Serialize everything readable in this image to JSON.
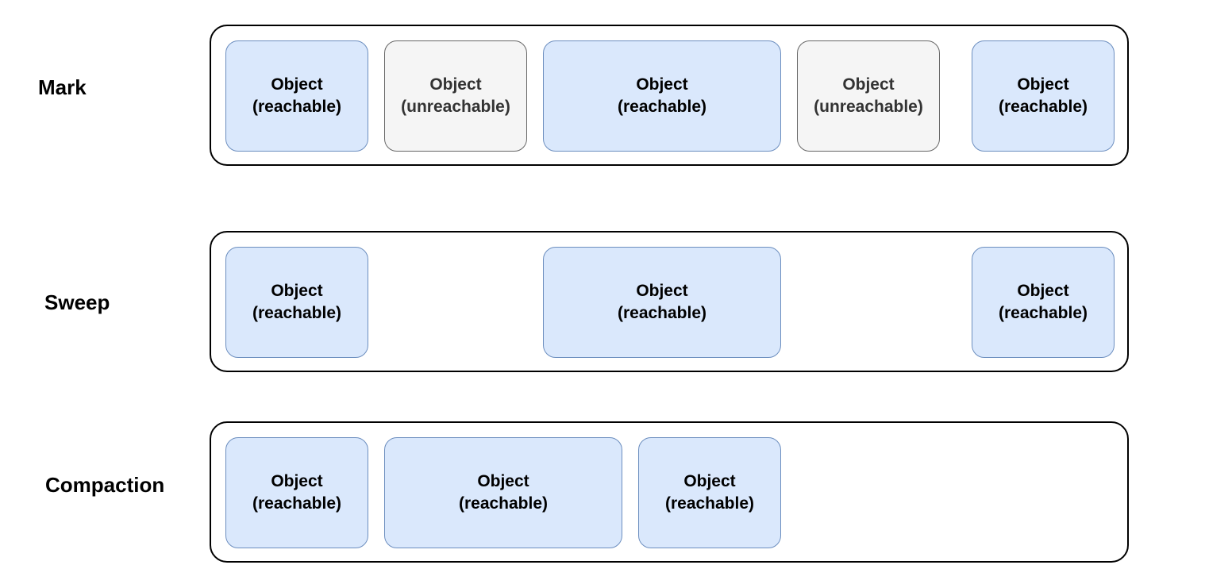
{
  "phases": {
    "mark": {
      "label": "Mark",
      "objects": [
        {
          "line1": "Object",
          "line2": "(reachable)",
          "state": "reachable"
        },
        {
          "line1": "Object",
          "line2": "(unreachable)",
          "state": "unreachable"
        },
        {
          "line1": "Object",
          "line2": "(reachable)",
          "state": "reachable"
        },
        {
          "line1": "Object",
          "line2": "(unreachable)",
          "state": "unreachable"
        },
        {
          "line1": "Object",
          "line2": "(reachable)",
          "state": "reachable"
        }
      ]
    },
    "sweep": {
      "label": "Sweep",
      "objects": [
        {
          "line1": "Object",
          "line2": "(reachable)",
          "state": "reachable"
        },
        {
          "line1": "Object",
          "line2": "(reachable)",
          "state": "reachable"
        },
        {
          "line1": "Object",
          "line2": "(reachable)",
          "state": "reachable"
        }
      ]
    },
    "compaction": {
      "label": "Compaction",
      "objects": [
        {
          "line1": "Object",
          "line2": "(reachable)",
          "state": "reachable"
        },
        {
          "line1": "Object",
          "line2": "(reachable)",
          "state": "reachable"
        },
        {
          "line1": "Object",
          "line2": "(reachable)",
          "state": "reachable"
        }
      ]
    }
  },
  "colors": {
    "reachable_fill": "#dae8fc",
    "reachable_stroke": "#6c8ebf",
    "unreachable_fill": "#f5f5f5",
    "unreachable_stroke": "#666666"
  }
}
